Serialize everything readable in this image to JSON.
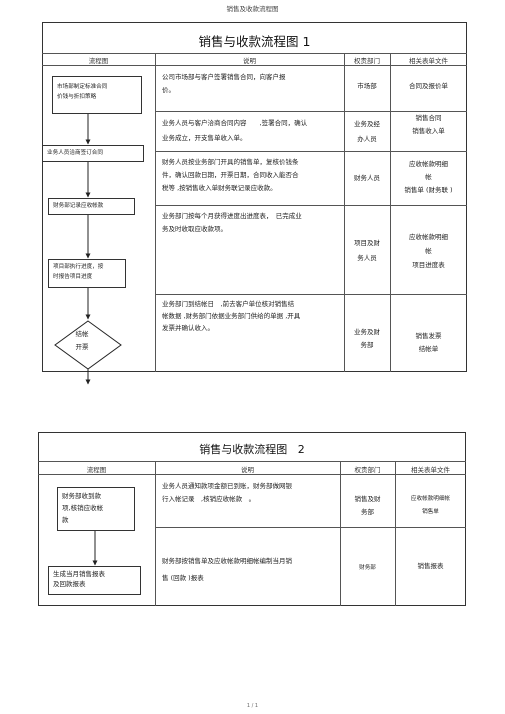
{
  "document": {
    "header": "销售及收款流程图",
    "footer": "1 / 1"
  },
  "columns": {
    "flow": "流程图",
    "desc": "说明",
    "dept": "权责部门",
    "forms": "相关表单文件"
  },
  "chart1": {
    "title": "销售与收款流程图 1",
    "flow_boxes": {
      "b1_line1": "市场部制定标准合同",
      "b1_line2": "价钱与折扣策略",
      "b2": "业务人员洽商签订合同",
      "b3": "财务部记录应收帐款",
      "b4_line1": "项目部执行进度，按",
      "b4_line2": "时报告项目进度",
      "d1_line1": "结帐",
      "d1_line2": "开票"
    },
    "rows": [
      {
        "desc1": "公司市场部与客户签署销售合同，向客户报",
        "desc2": "价。",
        "dept1": "市场部",
        "dept2": "",
        "form1": "合同及报价单",
        "form2": "",
        "form3": ""
      },
      {
        "desc1": "业务人员与客户洽商合同内容　　,签署合同，确认",
        "desc2": "业务成立，开支售单收入单。",
        "dept1": "业务及经",
        "dept2": "办人员",
        "form1": "销售合同",
        "form2": "销售收入单",
        "form3": ""
      },
      {
        "desc1": "财务人员按业务部门开具的销售单，复核价钱条",
        "desc2": "件，确认回款日期，开票日期，合同收入能否合",
        "desc3": "税等 ,按销售收入单财务联记录应收款。",
        "dept1": "财务人员",
        "dept2": "",
        "form1": "应收帐款明细",
        "form2": "帐",
        "form3": "销售单 (财务联 )"
      },
      {
        "desc1": "业务部门按每个月获得进度出进度表，　已完成业",
        "desc2": "务及时收取应收款项。",
        "dept1": "项目及财",
        "dept2": "务人员",
        "form1": "应收帐款明细",
        "form2": "帐",
        "form3": "项目进度表"
      },
      {
        "desc1": "业务部门到结帐日　,前去客户单位核对销售结",
        "desc2": "帐数据 ,财务部门依据业务部门供给的单据 ,开具",
        "desc3": "发票并确认收入。",
        "dept1": "业务及财",
        "dept2": "务部",
        "form1": "销售发票",
        "form2": "结帐单",
        "form3": ""
      }
    ]
  },
  "chart2": {
    "title": "销售与收款流程图",
    "title_num": "2",
    "flow_boxes": {
      "b1_line1": "财务部收到款",
      "b1_line2": "项,核销应收帐",
      "b1_line3": "款",
      "b2_line1": "生成当月销售报表",
      "b2_line2": "及回款报表"
    },
    "rows": [
      {
        "desc1": "业务人员通知款项金额已到账，财务部做网银",
        "desc2": "行入帐记录　,核销应收帐款　。",
        "dept1": "销售及财",
        "dept2": "务部",
        "form1": "应收帐款明细帐",
        "form2": "销售单"
      },
      {
        "desc1": "财务部按销售单及应收帐款明细帐编制当月销",
        "desc2": "售 (回款 )报表",
        "dept1": "财务部",
        "dept2": "",
        "form1": "销售报表",
        "form2": ""
      }
    ]
  }
}
